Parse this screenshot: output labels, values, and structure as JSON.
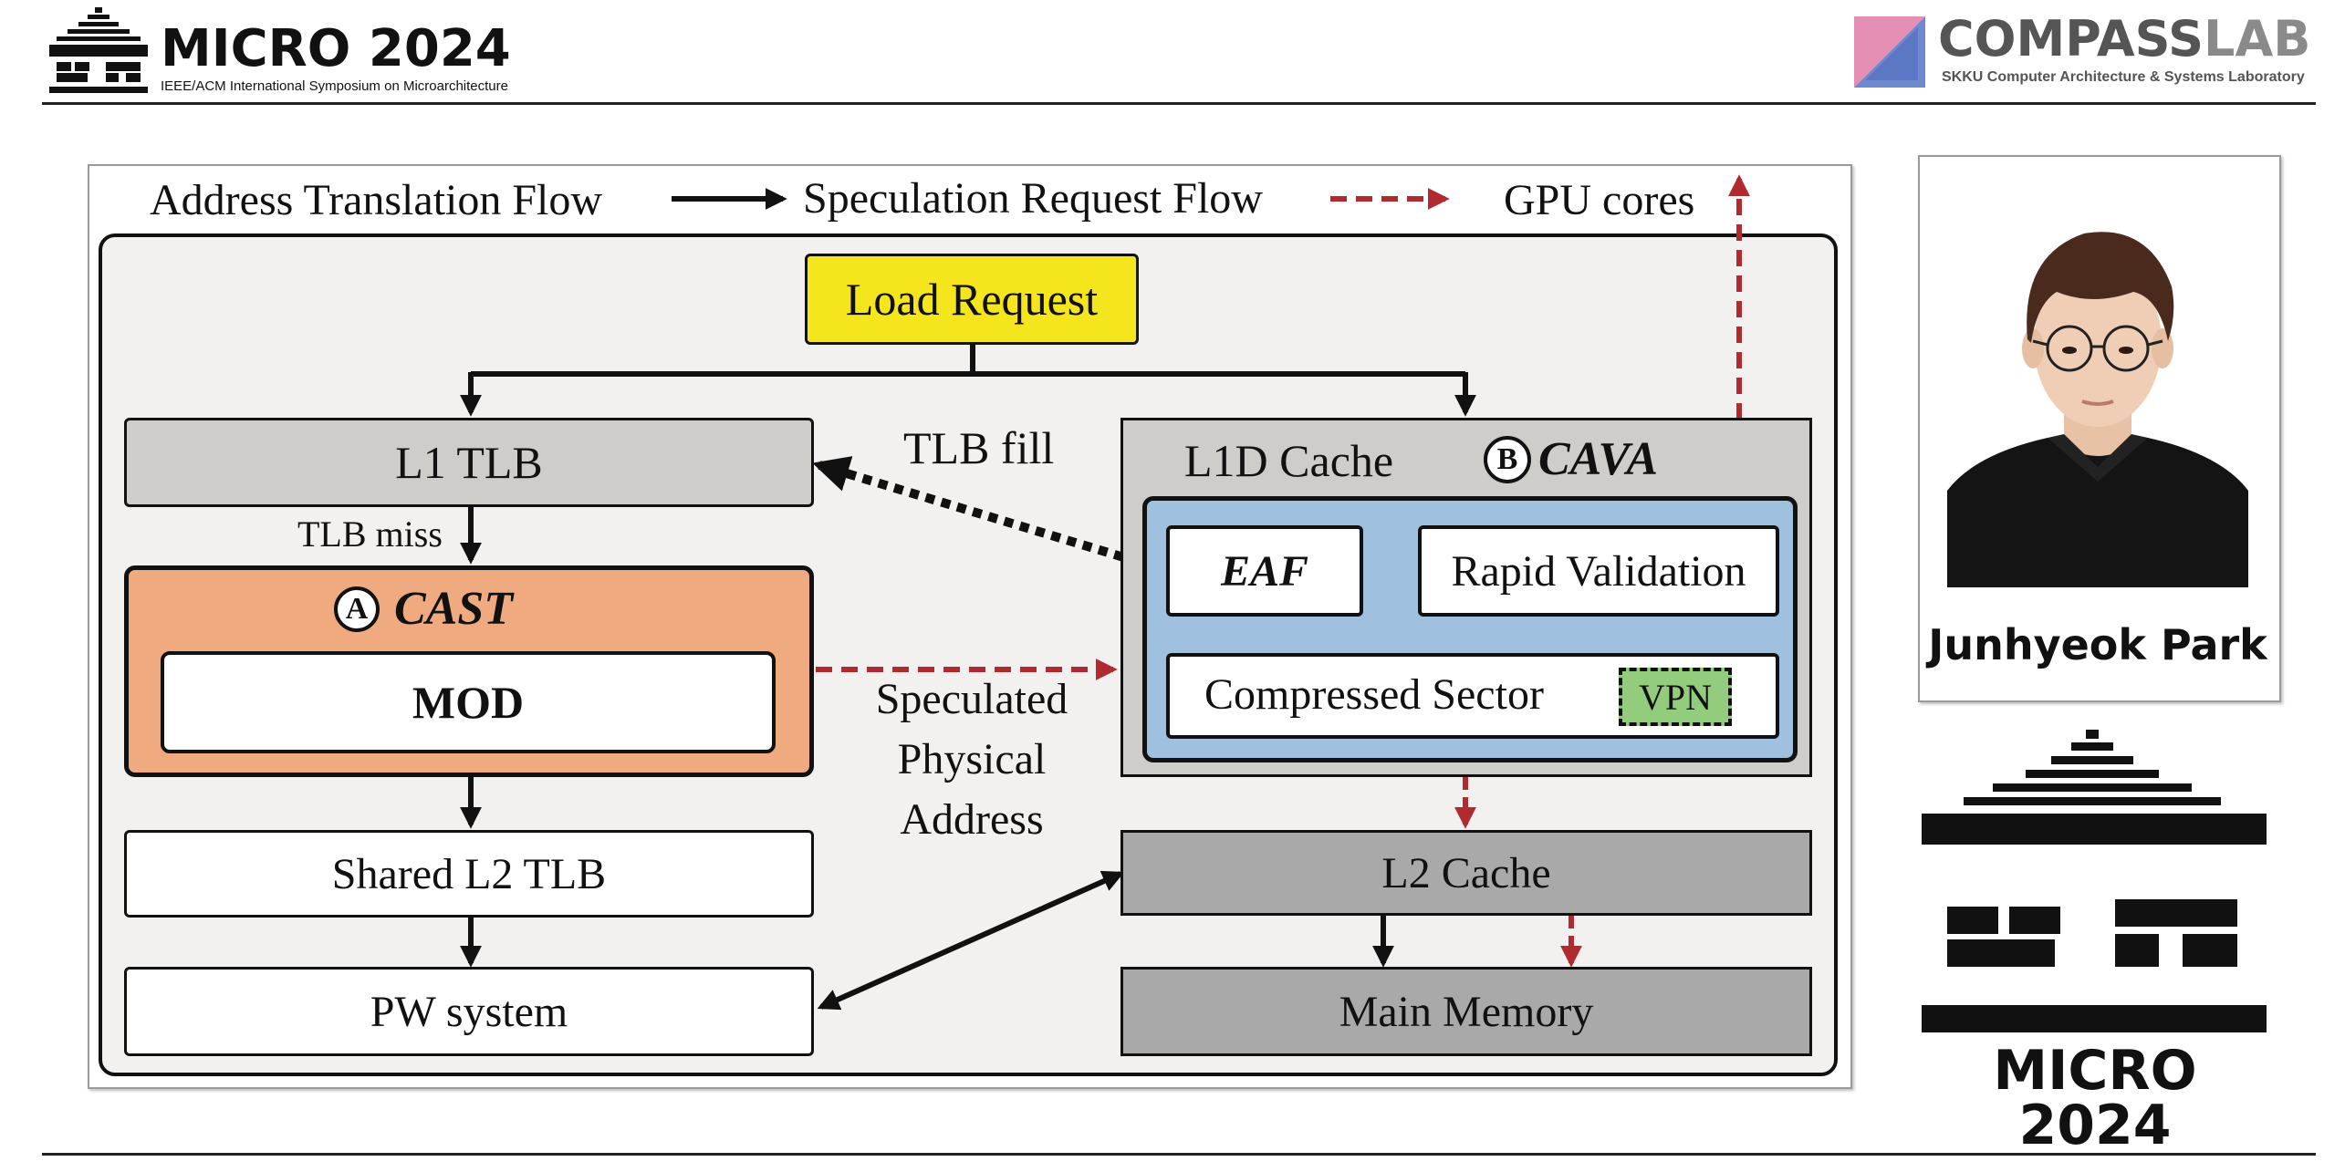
{
  "header": {
    "conference": "MICRO 2024",
    "conference_subtitle": "IEEE/ACM International Symposium on Microarchitecture",
    "lab_name_a": "COMPASS",
    "lab_name_b": "LAB",
    "lab_subtitle": "SKKU Computer Architecture & Systems Laboratory"
  },
  "legend": {
    "address_flow": "Address Translation Flow",
    "speculation_flow": "Speculation Request Flow",
    "gpu_cores": "GPU cores"
  },
  "diagram": {
    "load_request": "Load Request",
    "l1_tlb": "L1 TLB",
    "tlb_miss": "TLB miss",
    "tlb_fill": "TLB fill",
    "cast_marker": "A",
    "cast": "CAST",
    "mod": "MOD",
    "speculated": "Speculated",
    "physical": "Physical",
    "address": "Address",
    "shared_l2_tlb": "Shared L2 TLB",
    "pw_system": "PW system",
    "l1d_cache": "L1D Cache",
    "cava_marker": "B",
    "cava": "CAVA",
    "eaf": "EAF",
    "rapid_validation": "Rapid Validation",
    "compressed_sector": "Compressed Sector",
    "vpn": "VPN",
    "l2_cache": "L2 Cache",
    "main_memory": "Main Memory"
  },
  "presenter": {
    "name": "Junhyeok Park"
  },
  "footer_logo": {
    "text": "MICRO 2024"
  },
  "colors": {
    "load_request": "#f5e51c",
    "cast": "#f0aa80",
    "cava": "#9fc0de",
    "vpn": "#93cc7d",
    "gray_box": "#cfcdca",
    "dark_gray_box": "#a9a9a9",
    "panel": "#f2f1ef",
    "speculation_arrow": "#b02a2f"
  }
}
